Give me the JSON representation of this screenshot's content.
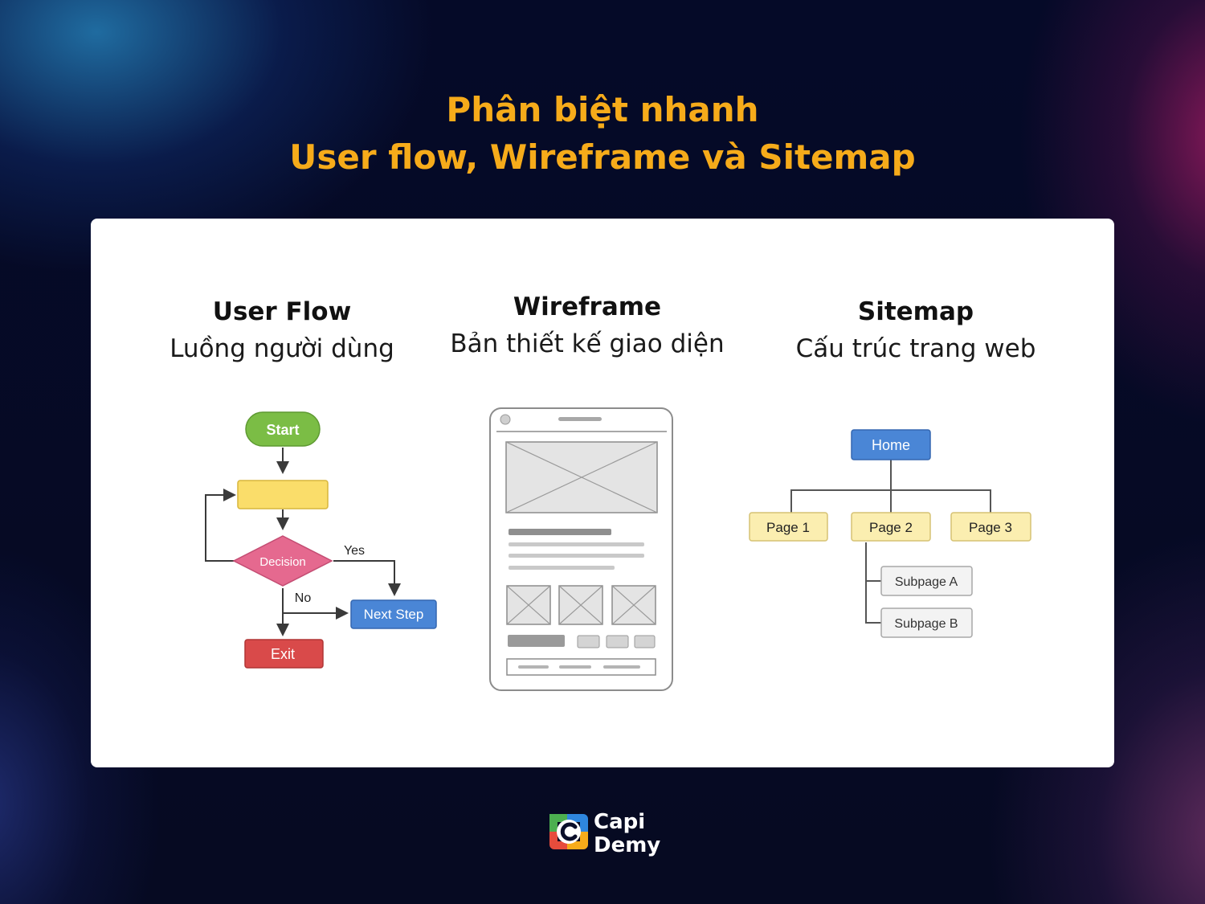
{
  "header": {
    "title_line1": "Phân biệt nhanh",
    "title_line2": "User flow, Wireframe và Sitemap"
  },
  "columns": [
    {
      "heading": "User Flow",
      "subheading": "Luồng người dùng"
    },
    {
      "heading": "Wireframe",
      "subheading": "Bản thiết kế giao diện"
    },
    {
      "heading": "Sitemap",
      "subheading": "Cấu trúc trang web"
    }
  ],
  "user_flow": {
    "start": "Start",
    "decision": "Decision",
    "yes": "Yes",
    "no": "No",
    "next_step": "Next Step",
    "exit": "Exit",
    "colors": {
      "start": "#7bbd45",
      "process": "#fadd6a",
      "decision": "#e5698f",
      "next_step": "#4a86d6",
      "exit": "#d94a4a"
    }
  },
  "sitemap": {
    "home": "Home",
    "pages": [
      "Page 1",
      "Page 2",
      "Page 3"
    ],
    "subpages": [
      "Subpage A",
      "Subpage B"
    ],
    "colors": {
      "home": "#4a86d6",
      "page": "#fbeeb0",
      "subpage": "#f3f3f3"
    }
  },
  "brand": {
    "line1": "Capi",
    "line2": "Demy",
    "accent": "#f6ab1a"
  }
}
